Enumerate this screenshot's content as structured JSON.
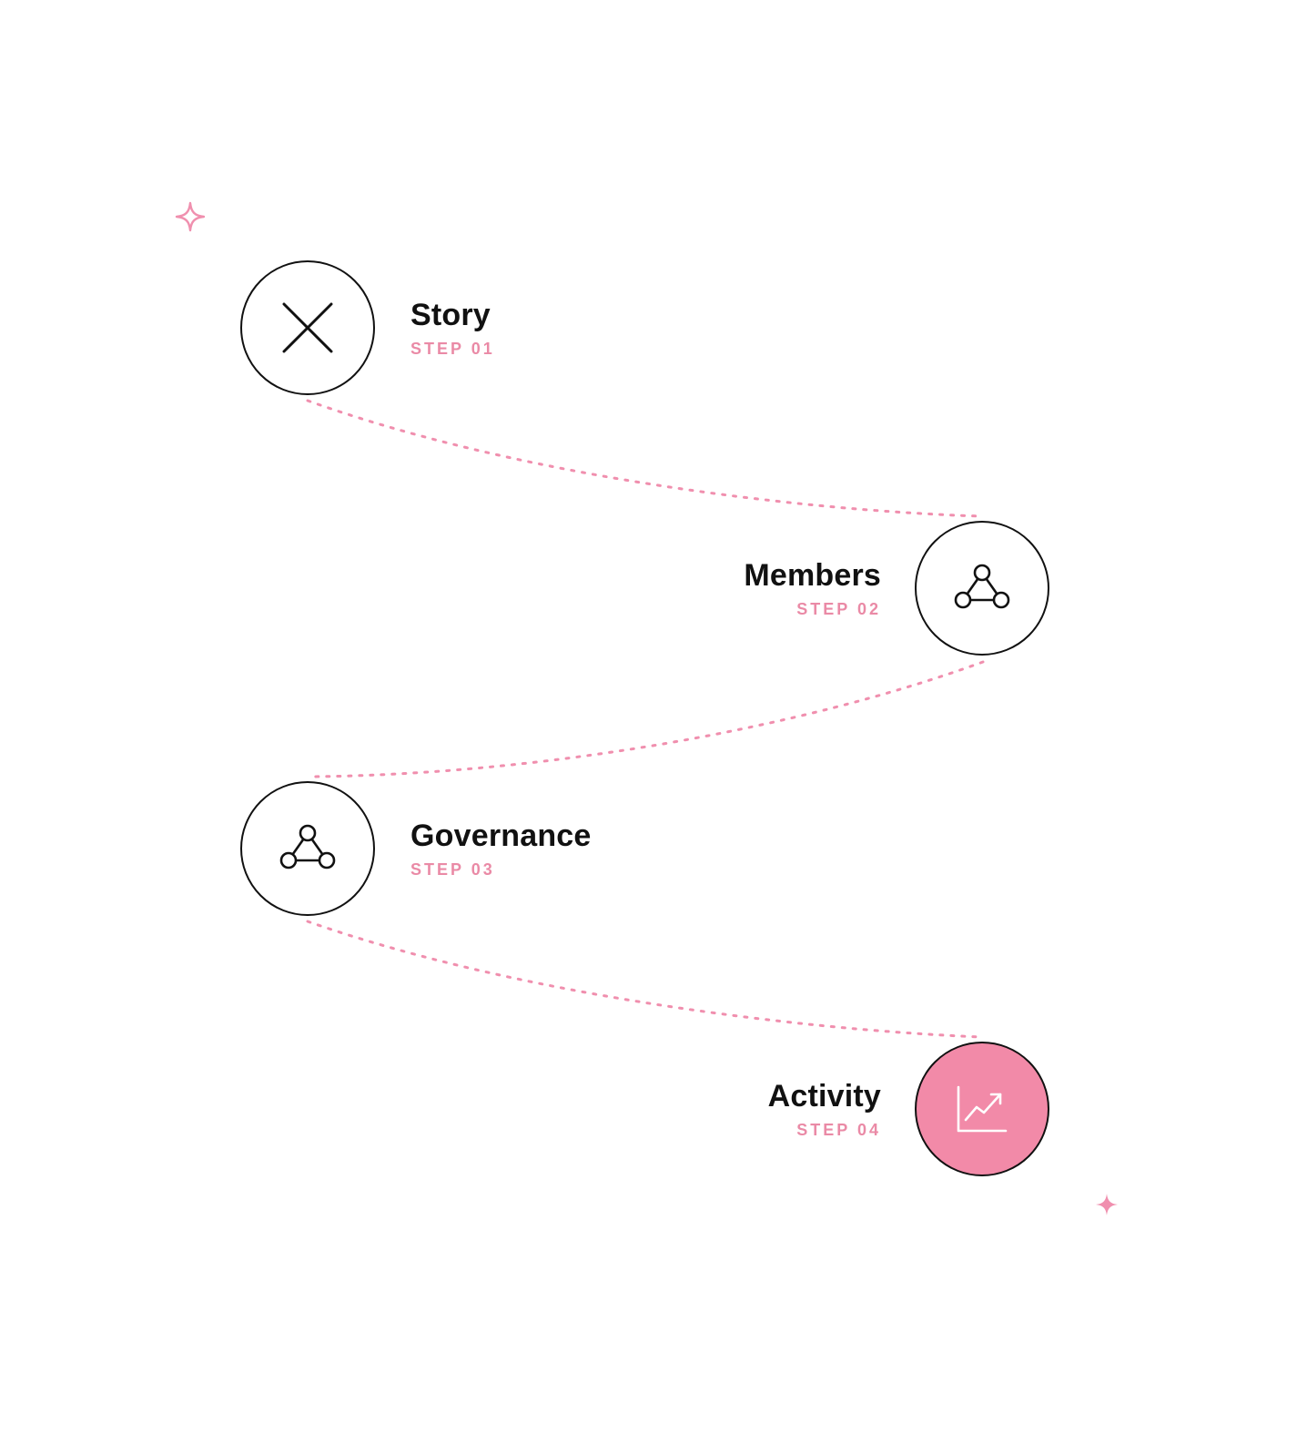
{
  "accent_color": "#f28aa8",
  "steps": [
    {
      "title": "Story",
      "label": "STEP 01",
      "icon": "close-x-icon",
      "active": false
    },
    {
      "title": "Members",
      "label": "STEP 02",
      "icon": "network-nodes-icon",
      "active": false
    },
    {
      "title": "Governance",
      "label": "STEP 03",
      "icon": "network-nodes-icon",
      "active": false
    },
    {
      "title": "Activity",
      "label": "STEP 04",
      "icon": "trend-chart-icon",
      "active": true
    }
  ],
  "decorations": [
    "sparkle-outline-icon",
    "sparkle-filled-icon"
  ]
}
